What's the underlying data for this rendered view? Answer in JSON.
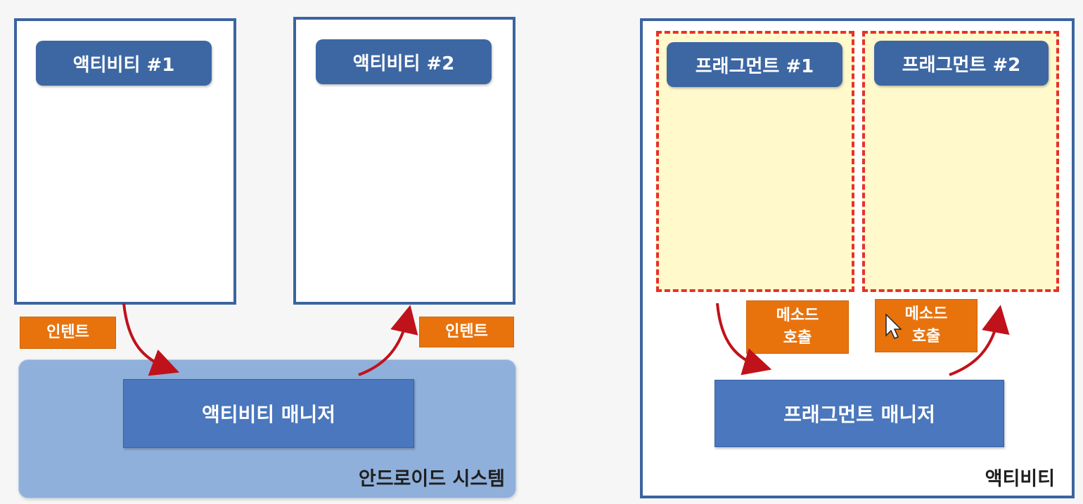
{
  "left_panel": {
    "activity1_label": "액티비티 #1",
    "activity2_label": "액티비티 #2",
    "intent_left_label": "인텐트",
    "intent_right_label": "인텐트",
    "activity_manager_label": "액티비티 매니저",
    "android_system_label": "안드로이드 시스템"
  },
  "right_panel": {
    "fragment1_label": "프래그먼트 #1",
    "fragment2_label": "프래그먼트 #2",
    "method_call_left": {
      "line1": "메소드",
      "line2": "호출"
    },
    "method_call_right": {
      "line1": "메소드",
      "line2": "호출"
    },
    "fragment_manager_label": "프래그먼트 매니저",
    "activity_container_label": "액티비티"
  },
  "colors": {
    "frame_blue": "#3b64a0",
    "pill_blue": "#3d67a3",
    "manager_blue": "#4a77bd",
    "system_blue": "#8fb0da",
    "intent_orange": "#e8730d",
    "arrow_red": "#c0121a",
    "dash_red": "#e8312a",
    "fragment_fill": "#fff9cc"
  },
  "icons": {
    "arrow": "curved-arrow-icon",
    "cursor": "mouse-pointer-icon"
  }
}
